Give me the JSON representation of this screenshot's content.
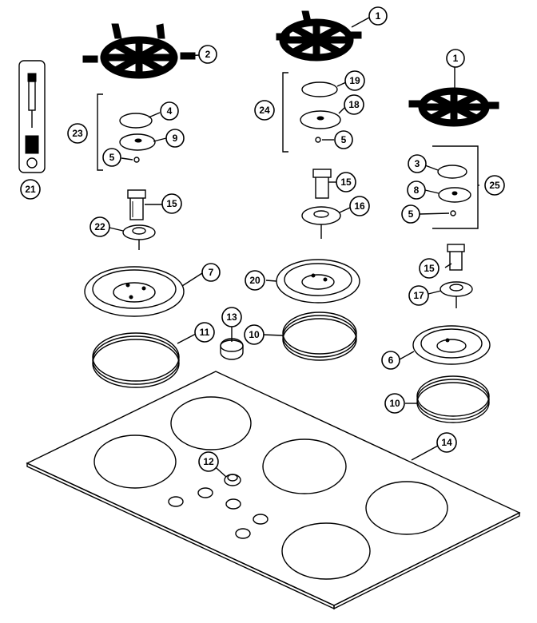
{
  "callouts": {
    "c1a": "1",
    "c1b": "1",
    "c2": "2",
    "c3": "3",
    "c4": "4",
    "c5a": "5",
    "c5b": "5",
    "c5c": "5",
    "c6": "6",
    "c7": "7",
    "c8": "8",
    "c9": "9",
    "c10a": "10",
    "c10b": "10",
    "c11": "11",
    "c12": "12",
    "c13": "13",
    "c14": "14",
    "c15a": "15",
    "c15b": "15",
    "c15c": "15",
    "c16": "16",
    "c17": "17",
    "c18": "18",
    "c19": "19",
    "c20": "20",
    "c21": "21",
    "c22": "22",
    "c23": "23",
    "c24": "24",
    "c25": "25"
  }
}
